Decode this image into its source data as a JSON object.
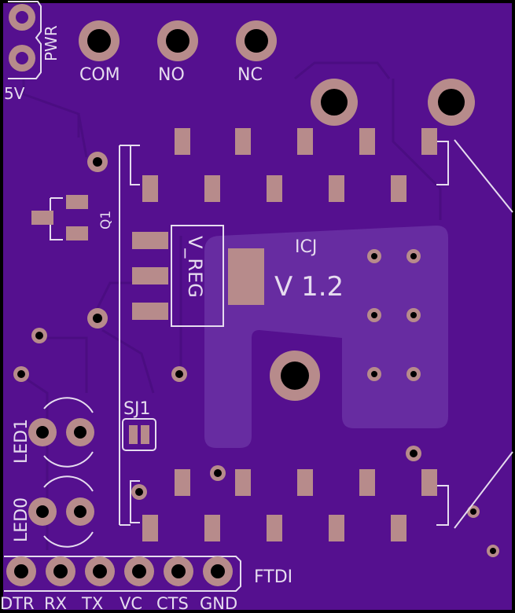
{
  "colors": {
    "board": "#55108f",
    "pad": "#b78b8b",
    "silkscreen": "#e6dcef",
    "copper_pour": "#6d35a7"
  },
  "labels": {
    "pwr": "PWR",
    "five_v": "5V",
    "com": "COM",
    "no": "NO",
    "nc": "NC",
    "q1": "Q1",
    "v_reg": "V_REG",
    "ic_label": "ICJ",
    "version": "V 1.2",
    "sj1": "SJ1",
    "led1": "LED1",
    "led0": "LED0",
    "ftdi": "FTDI",
    "pin_dtr": "DTR",
    "pin_rx": "RX",
    "pin_tx": "TX",
    "pin_vc": "VC",
    "pin_cts": "CTS",
    "pin_gnd": "GND"
  }
}
